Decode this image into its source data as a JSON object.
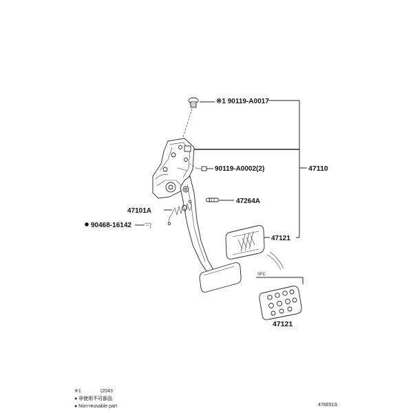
{
  "callouts": {
    "bolt_top": "※1 90119-A0017",
    "bolt_mid": "90119-A0002(2)",
    "assembly": "47110",
    "pin": "47264A",
    "spring": "47101A",
    "clip": "90468-16142",
    "pad": "47121",
    "pad_variant": "47121",
    "variant_code": "SFC"
  },
  "legend": {
    "note1_mark": "※1",
    "note1_text": "(2043",
    "note2_text": "● 非使用不可部品",
    "note3_text": "● Non-reusable part"
  },
  "footer": {
    "drawing_id": "476651S"
  }
}
